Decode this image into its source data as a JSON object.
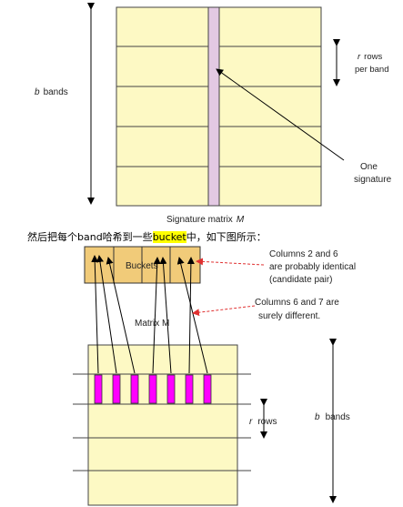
{
  "top_figure": {
    "bands_var": "b",
    "bands_word": "bands",
    "rows_var": "r",
    "rows_word": "rows",
    "per_band": "per band",
    "one_signature_line1": "One",
    "one_signature_line2": "signature",
    "caption_text": "Signature matrix",
    "caption_var": "M"
  },
  "sentence": {
    "before": "然后把每个band哈希到一些",
    "highlight": "bucket",
    "after": "中，如下图所示："
  },
  "bottom_figure": {
    "buckets_label": "Buckets",
    "matrix_label": "Matrix M",
    "note1_line1": "Columns 2 and 6",
    "note1_line2": "are probably identical",
    "note1_line3": "(candidate pair)",
    "note2_line1": "Columns 6 and 7 are",
    "note2_line2": "surely different.",
    "rows_var": "r",
    "rows_word": "rows",
    "bands_var": "b",
    "bands_word": "bands"
  },
  "colors": {
    "matrix_fill": "#fdf9c4",
    "signature_fill": "#e3c9e3",
    "bucket_fill": "#f1cb79",
    "column_fill": "#ff00ff",
    "note_arrow": "#e03030"
  }
}
